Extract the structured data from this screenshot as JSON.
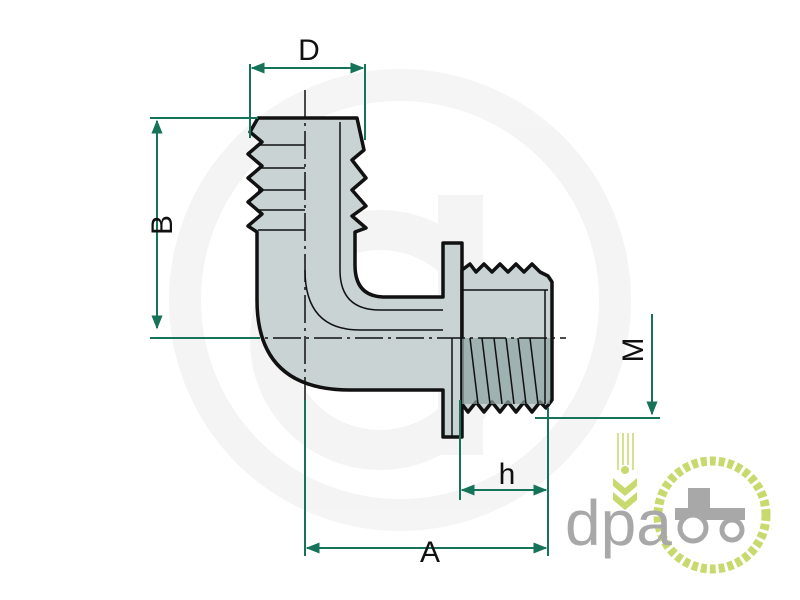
{
  "labels": {
    "D": "D",
    "B": "B",
    "M": "M",
    "h": "h",
    "A": "A"
  },
  "logo": {
    "text": "dpa"
  },
  "colors": {
    "dimension": "#16735a",
    "part_fill": "#c9d3d3",
    "logo_green": "#c8d96e",
    "logo_gray": "#a8a8a8"
  }
}
